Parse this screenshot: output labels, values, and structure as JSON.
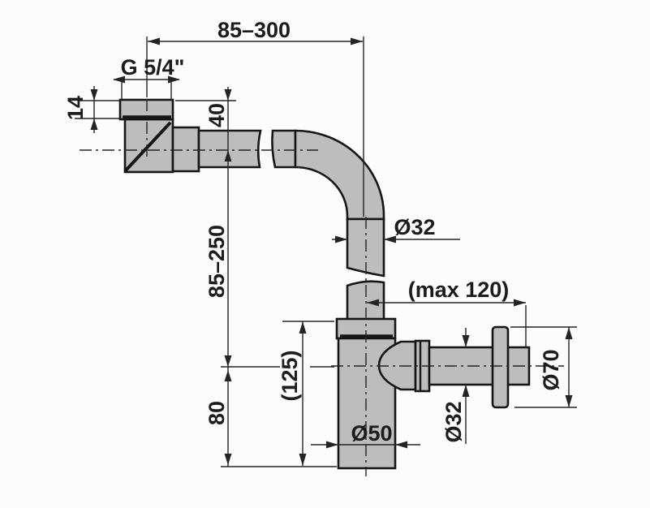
{
  "drawing_title": "siphon-technical-drawing",
  "labels": {
    "top_width": "85–300",
    "thread": "G 5/4\"",
    "nut_height": "14",
    "inlet_depth": "40",
    "riser_range": "85–250",
    "riser_diameter": "Ø32",
    "max_offset": "(max 120)",
    "flange_diameter": "Ø70",
    "body_height": "(125)",
    "lower_height": "80",
    "outlet_diameter": "Ø32",
    "body_diameter": "Ø50"
  },
  "colors": {
    "bg": "#fcfcfc",
    "part_fill": "#bdbdbd",
    "outline": "#161616",
    "dim": "#242424",
    "text": "#1c1c1c"
  }
}
